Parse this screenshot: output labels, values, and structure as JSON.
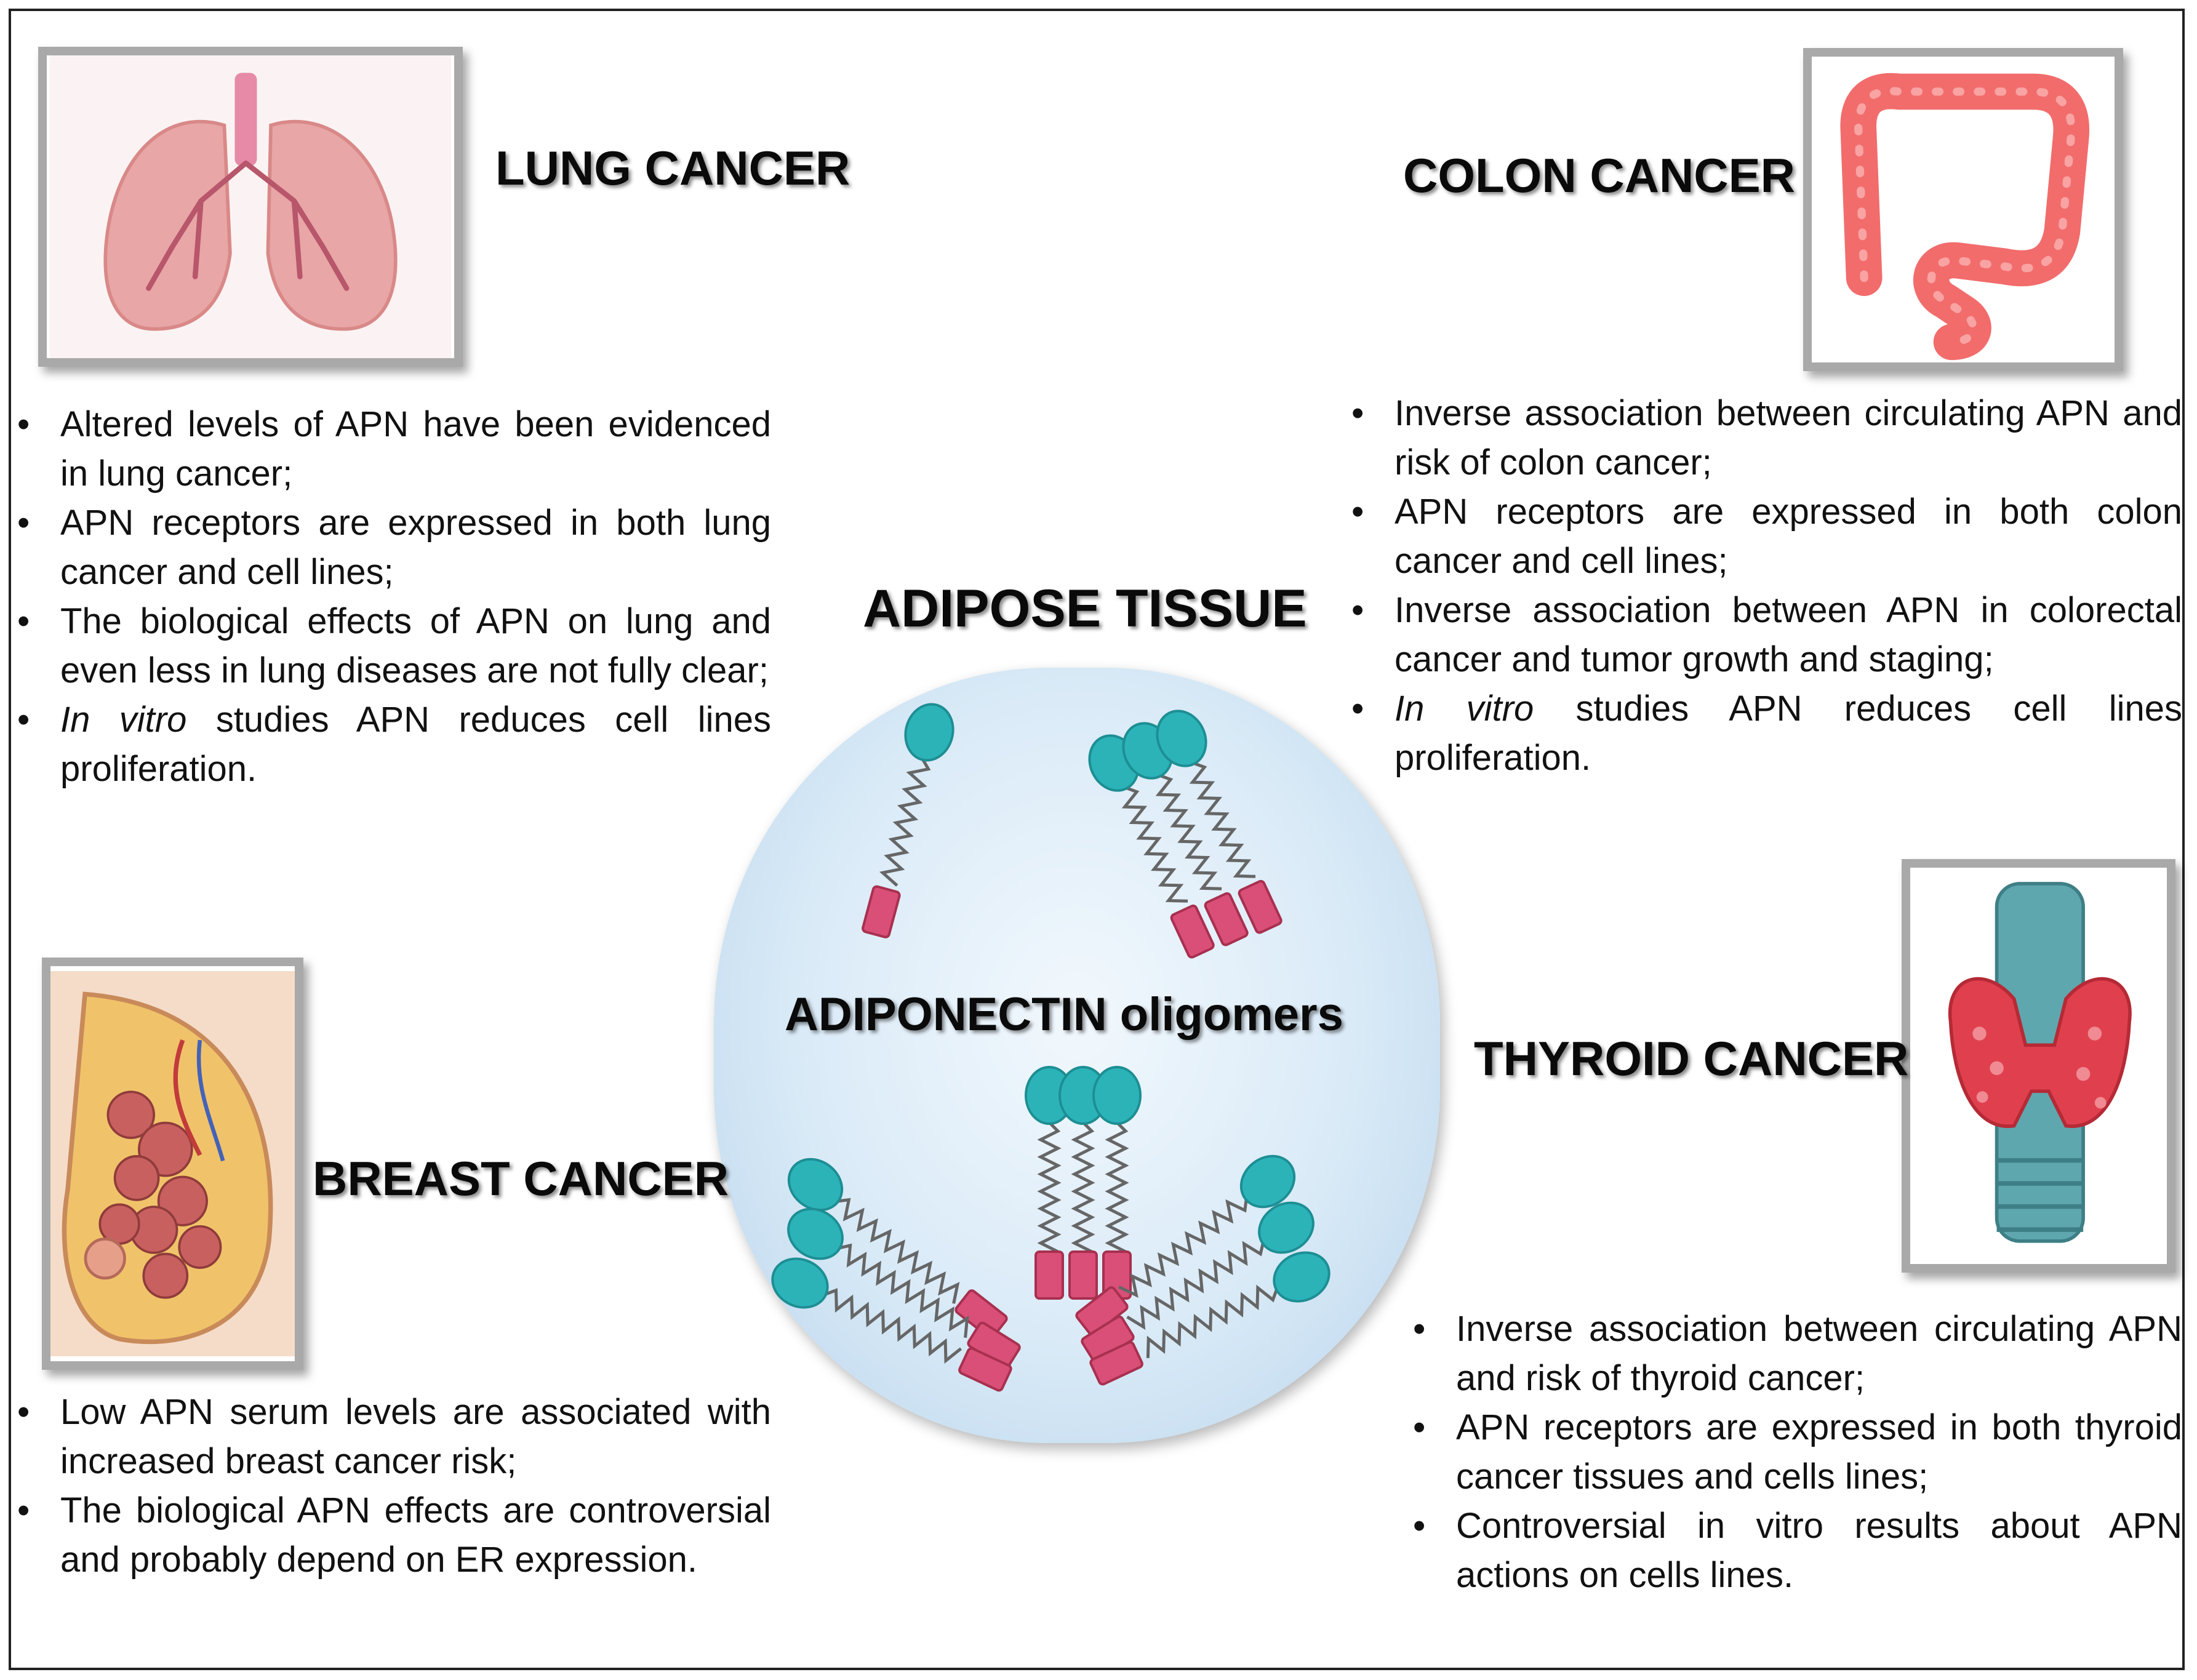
{
  "center": {
    "title": "ADIPOSE TISSUE",
    "subtitle": "ADIPONECTIN oligomers"
  },
  "lung": {
    "heading": "LUNG CANCER",
    "bullets": [
      "Altered levels of APN have been evidenced in lung cancer;",
      "APN receptors are expressed in both lung cancer and cell lines;",
      "The biological effects of APN on lung and even less in lung diseases are not fully clear;",
      "studies APN reduces cell lines proliferation."
    ],
    "italic_prefix": "In vitro"
  },
  "colon": {
    "heading": "COLON CANCER",
    "bullets": [
      "Inverse association between circulating APN and risk of colon cancer;",
      "APN receptors are expressed in both colon cancer and cell lines;",
      "Inverse association between APN in colorectal cancer and tumor growth and staging;",
      "studies APN reduces cell lines proliferation."
    ],
    "italic_prefix": "In vitro"
  },
  "breast": {
    "heading": "BREAST CANCER",
    "bullets": [
      "Low APN serum levels are associated with increased breast cancer risk;",
      "The biological APN effects are controversial and probably depend on ER expression."
    ]
  },
  "thyroid": {
    "heading": "THYROID CANCER",
    "bullets": [
      "Inverse association between circulating APN and risk of thyroid cancer;",
      "APN receptors are expressed in both thyroid cancer tissues and cells lines;",
      "Controversial in vitro results about APN actions on cells lines."
    ]
  },
  "colors": {
    "head_teal": "#2bb3b8",
    "foot_pink": "#d94f78",
    "spring": "#666666",
    "lung": "#e8a6a6",
    "colon": "#f26c6c",
    "thyroid": "#e0404e",
    "frame_gray": "#a9a9a9"
  }
}
